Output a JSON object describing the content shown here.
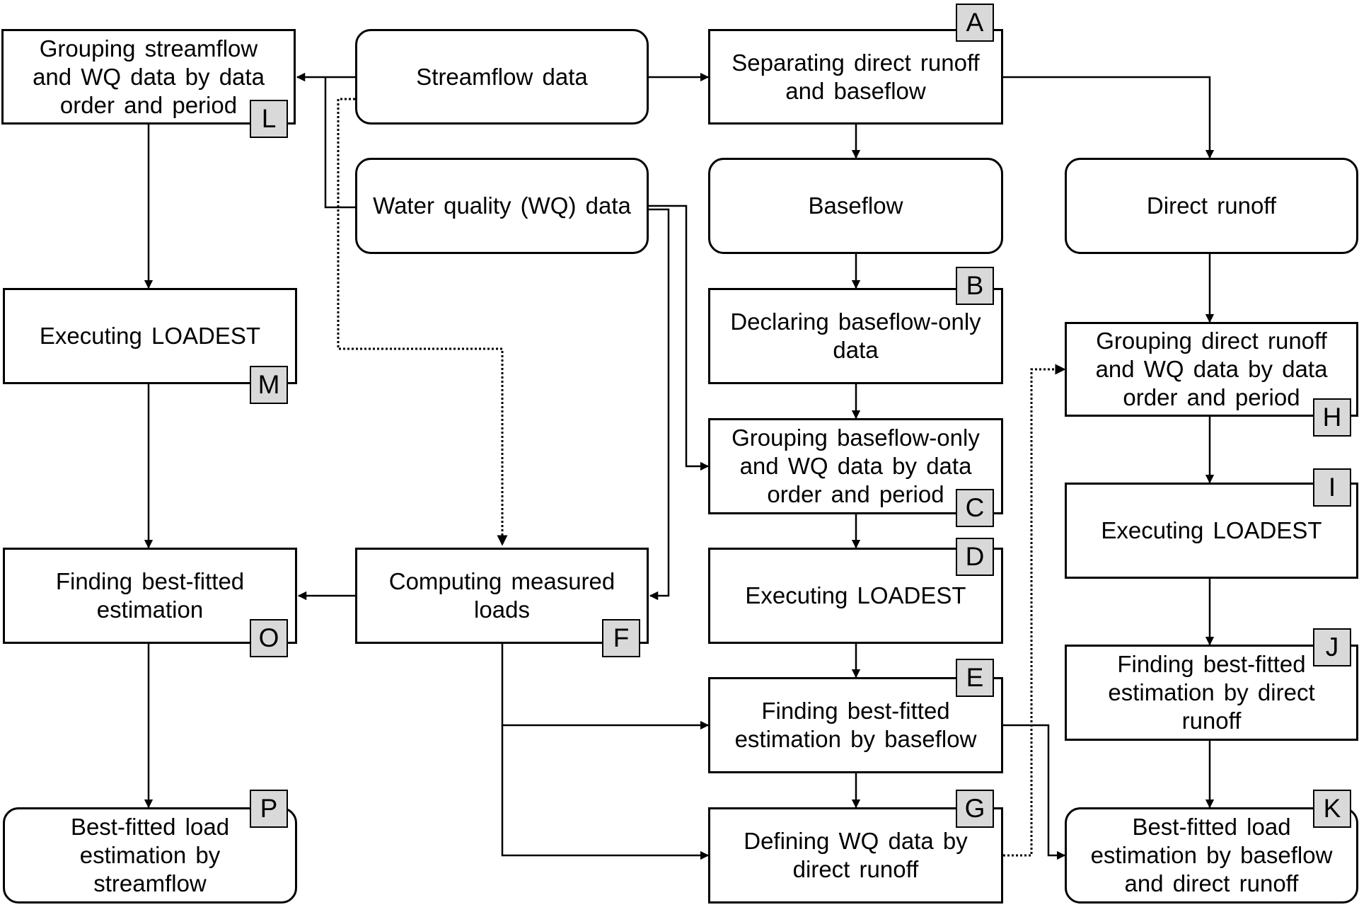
{
  "nodes": {
    "streamflow": "Streamflow data",
    "wq": "Water quality (WQ) data",
    "separating": "Separating direct runoff\nand baseflow",
    "baseflow": "Baseflow",
    "direct_runoff": "Direct runoff",
    "declaring": "Declaring baseflow-only\ndata",
    "group_base": "Grouping baseflow-only\nand WQ data by data\norder and period",
    "exec_base": "Executing LOADEST",
    "find_base": "Finding best-fitted\nestimation by baseflow",
    "define_wq": "Defining WQ data by\ndirect runoff",
    "group_direct": "Grouping direct runoff\nand WQ data by data\norder and period",
    "exec_direct": "Executing LOADEST",
    "find_direct": "Finding best-fitted\nestimation by direct\nrunoff",
    "best_bd": "Best-fitted load\nestimation by baseflow\nand direct runoff",
    "group_stream": "Grouping streamflow\nand WQ data by data\norder and period",
    "exec_stream": "Executing LOADEST",
    "find_stream": "Finding best-fitted\nestimation",
    "best_stream": "Best-fitted load\nestimation by\nstreamflow",
    "computing": "Computing measured\nloads"
  },
  "tags": {
    "A": "A",
    "B": "B",
    "C": "C",
    "D": "D",
    "E": "E",
    "F": "F",
    "G": "G",
    "H": "H",
    "I": "I",
    "J": "J",
    "K": "K",
    "L": "L",
    "M": "M",
    "O": "O",
    "P": "P"
  },
  "colors": {
    "stroke": "#000000",
    "tag_fill": "#d9d9d9",
    "box_fill": "#ffffff"
  }
}
